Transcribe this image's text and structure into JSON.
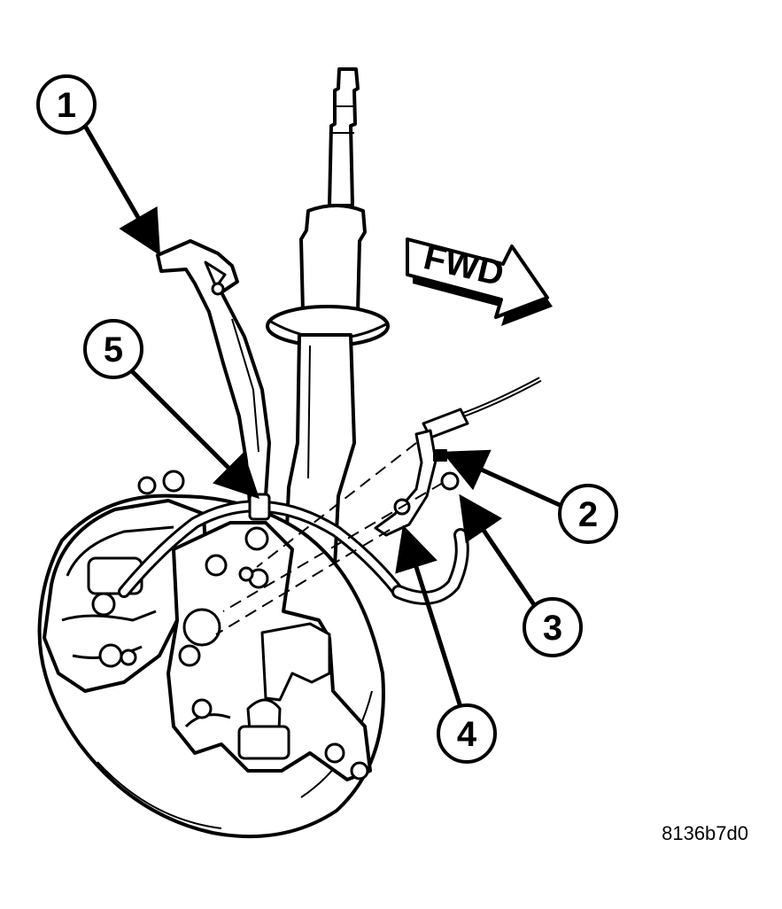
{
  "callouts": [
    {
      "num": "1"
    },
    {
      "num": "2"
    },
    {
      "num": "3"
    },
    {
      "num": "4"
    },
    {
      "num": "5"
    }
  ],
  "direction_label": "FWD",
  "figure_code": "8136b7d0"
}
